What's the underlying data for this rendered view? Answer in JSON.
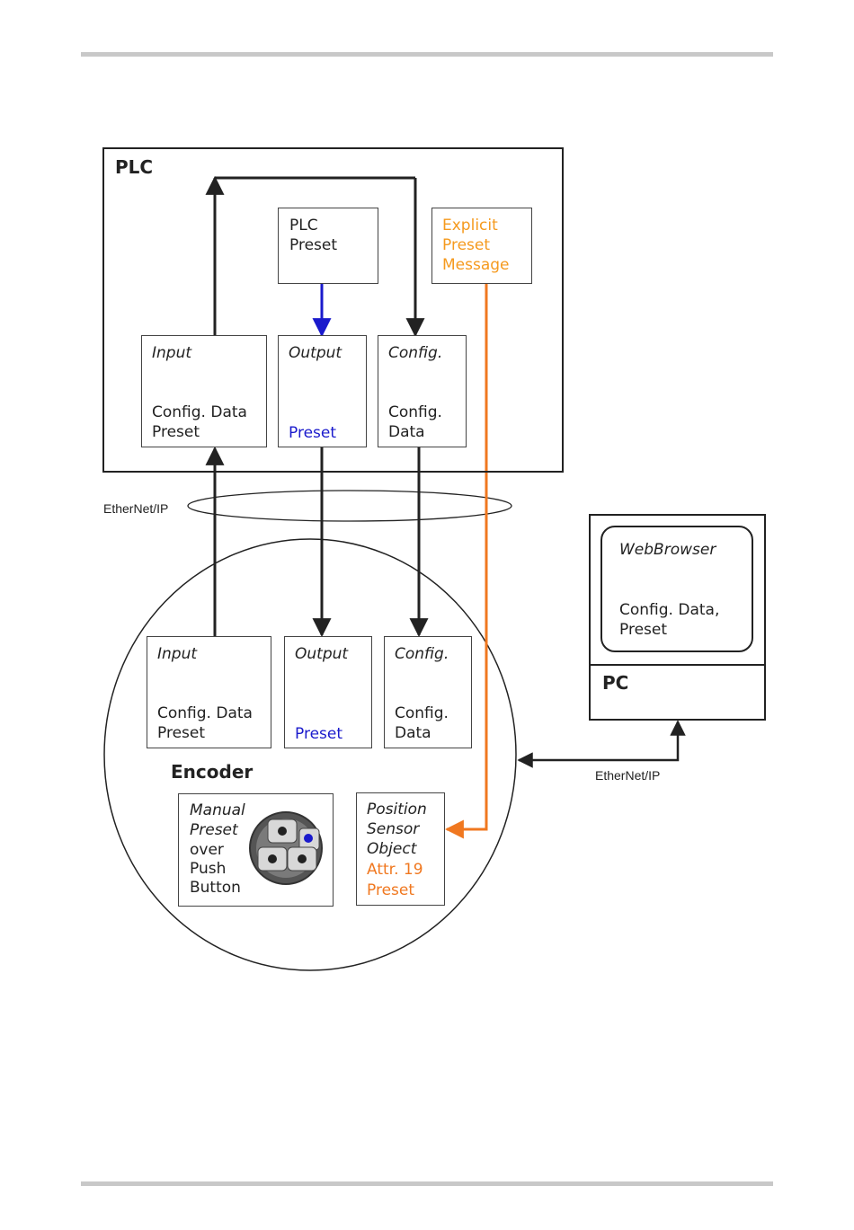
{
  "plc": {
    "title": "PLC",
    "preset_box": [
      "PLC",
      "Preset"
    ],
    "explicit_box": [
      "Explicit",
      "Preset",
      "Message"
    ],
    "input": {
      "heading": "Input",
      "line1": "Config. Data",
      "line2": "Preset"
    },
    "output": {
      "heading": "Output",
      "line1": "Preset"
    },
    "config": {
      "heading": "Config.",
      "line1": "Config.",
      "line2": "Data"
    }
  },
  "network_label_left": "EtherNet/IP",
  "network_label_right": "EtherNet/IP",
  "pc": {
    "title": "PC",
    "browser": {
      "heading": "WebBrowser",
      "line1": "Config. Data,",
      "line2": "Preset"
    }
  },
  "encoder": {
    "title": "Encoder",
    "input": {
      "heading": "Input",
      "line1": "Config. Data",
      "line2": "Preset"
    },
    "output": {
      "heading": "Output",
      "line1": "Preset"
    },
    "config": {
      "heading": "Config.",
      "line1": "Config.",
      "line2": "Data"
    },
    "manual": [
      "Manual",
      "Preset",
      "over",
      "Push",
      "Button"
    ],
    "pso": [
      "Position",
      "Sensor",
      "Object",
      "Attr. 19",
      "Preset"
    ]
  },
  "colors": {
    "line": "#222222",
    "blue": "#1a1acc",
    "orange": "#f07820",
    "orange_text": "#f59a1e"
  },
  "icons": {
    "button": "push-button-icon"
  }
}
